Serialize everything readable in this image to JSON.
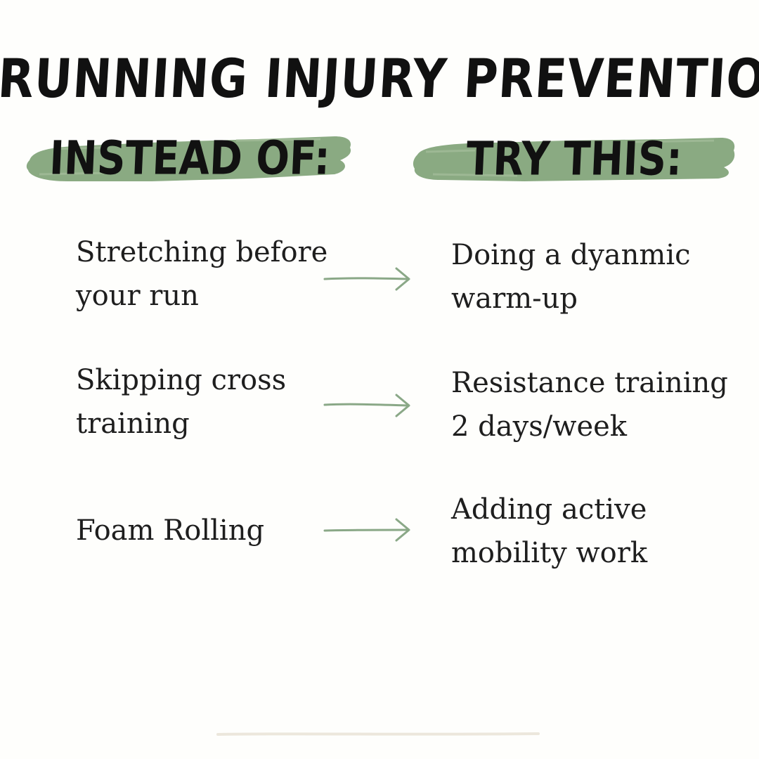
{
  "title": "RUNNING INJURY PREVENTION",
  "headers": {
    "instead": "INSTEAD OF:",
    "try": "TRY THIS:"
  },
  "colors": {
    "brush_green": "#8aaa82",
    "arrow_green": "#8aa887",
    "text": "#1e1e1e",
    "background": "#fefefc",
    "bottom_line": "#ece7dc"
  },
  "rows": [
    {
      "instead_lines": [
        "Stretching before",
        "your run"
      ],
      "try_lines": [
        "Doing a dyanmic",
        "warm-up"
      ]
    },
    {
      "instead_lines": [
        "Skipping cross",
        "training"
      ],
      "try_lines": [
        "Resistance training",
        "2 days/week"
      ]
    },
    {
      "instead_lines": [
        "Foam Rolling"
      ],
      "try_lines": [
        "Adding active",
        "mobility work"
      ]
    }
  ]
}
